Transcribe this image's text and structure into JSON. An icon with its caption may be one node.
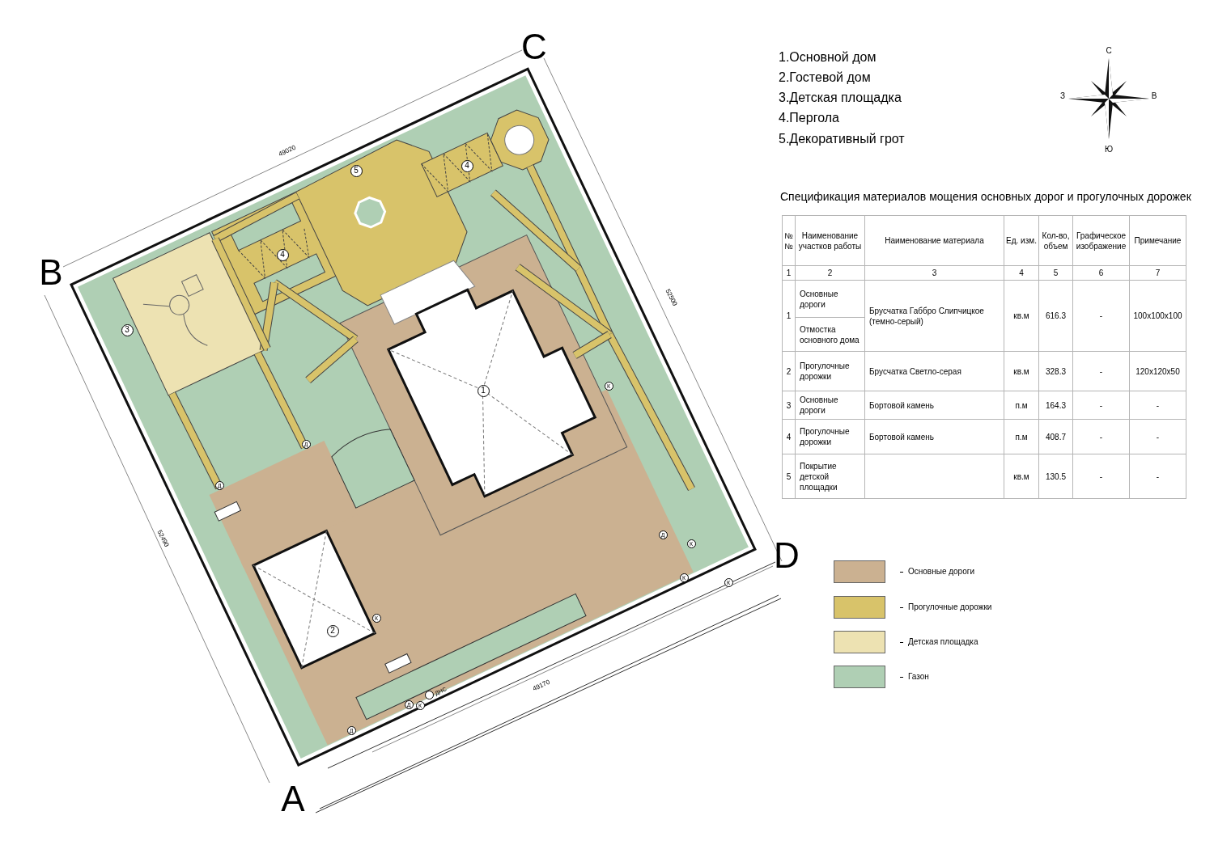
{
  "diagram": {
    "nodes": [
      {
        "text": [
          "4"
        ]
      },
      {
        "text": [
          "5"
        ]
      },
      {
        "text": [
          "4"
        ]
      },
      {
        "text": [
          "3"
        ]
      },
      {
        "text": [
          "К"
        ]
      },
      {
        "text": [
          "1"
        ]
      },
      {
        "text": [
          "Д"
        ]
      },
      {
        "text": [
          "Д"
        ]
      },
      {
        "text": [
          "Д"
        ]
      },
      {
        "text": [
          "К"
        ]
      },
      {
        "text": [
          "К"
        ]
      },
      {
        "text": [
          "К"
        ]
      },
      {
        "text": [
          "К"
        ]
      },
      {
        "text": [
          "2"
        ]
      },
      {
        "text": [],
        "shape": "circle",
        "beside": [
          "ДНС"
        ]
      },
      {
        "text": [
          "Д"
        ]
      },
      {
        "text": [
          "К"
        ]
      },
      {
        "text": [
          "Д"
        ]
      }
    ],
    "labels": [
      "C",
      "1.Основной дом",
      "2.Гостевой дом",
      "3.Детская площадка",
      "4.Пергола",
      "5.Декоративный грот",
      "С",
      "З",
      "В",
      "Ю",
      "49020",
      "B",
      "52500",
      "Спецификация материалов мощения основных дорог и прогулочных дорожек",
      "№ №",
      "Наименование участков работы",
      "Наименование материала",
      "Ед. изм.",
      "Кол-во, объем",
      "Графическое изображение",
      "Примечание",
      "1",
      "2",
      "3",
      "4",
      "5",
      "6",
      "7",
      "1",
      "Основные дороги",
      "Брусчатка Габбро Слипчицкое (темно-серый)",
      "кв.м",
      "616.3",
      "-",
      "100x100x100",
      "Отмостка основного дома",
      "2",
      "Прогулочные дорожки",
      "Брусчатка Светло-серая",
      "кв.м",
      "328.3",
      "-",
      "120x120x50",
      "3",
      "Основные дороги",
      "Бортовой камень",
      "п.м",
      "164.3",
      "-",
      "-",
      "4",
      "Прогулочные дорожки",
      "Бортовой камень",
      "п.м",
      "408.7",
      "-",
      "-",
      "5",
      "Покрытие детской площадки",
      "кв.м",
      "130.5",
      "-",
      "-",
      "D",
      "52490",
      "49170",
      "A"
    ],
    "legend": [
      {
        "text": "Основные дороги",
        "color": "#cbb191"
      },
      {
        "text": "Прогулочные дорожки",
        "color": "#d8c36a"
      },
      {
        "text": "Детская площадка",
        "color": "#ede2b2"
      },
      {
        "text": "Газон",
        "color": "#afcfb4"
      }
    ]
  }
}
